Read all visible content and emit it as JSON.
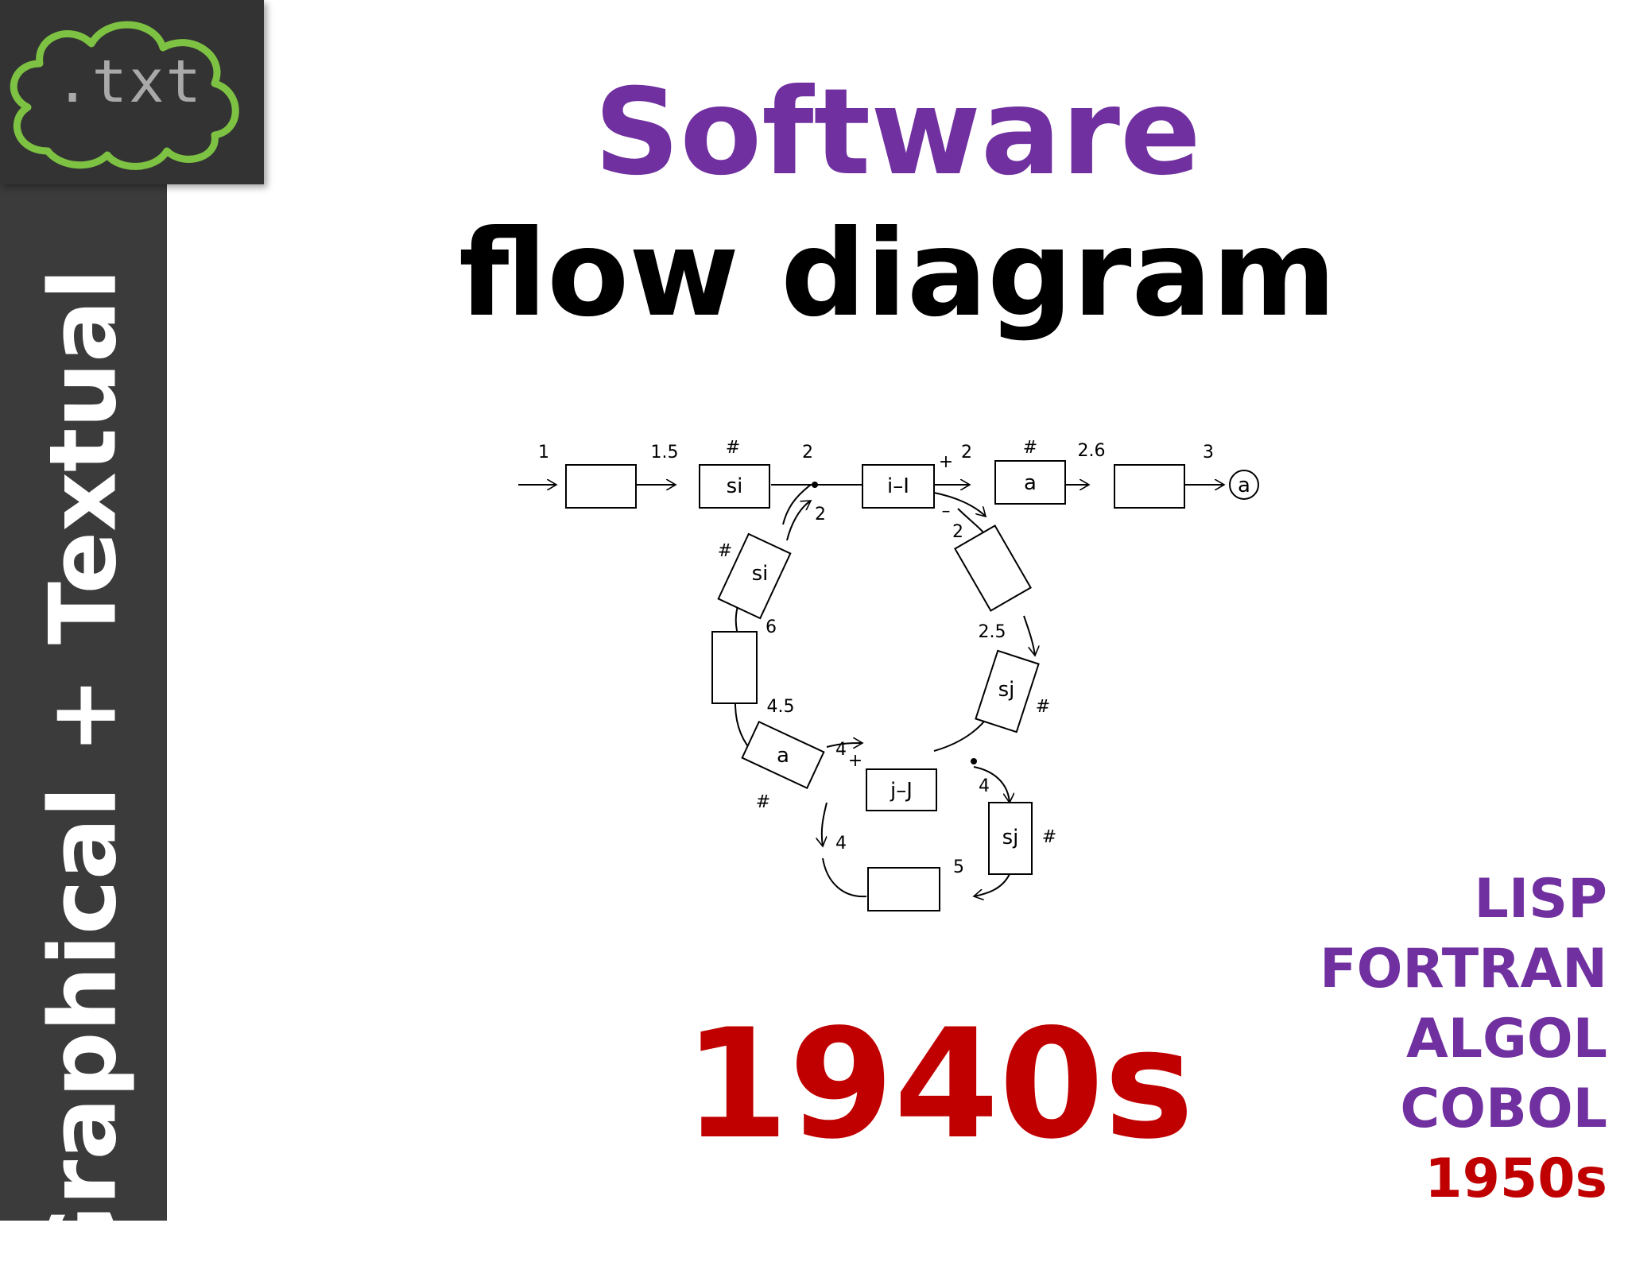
{
  "logo": {
    "text": ".txt",
    "cloud_color": "#7dc242"
  },
  "sidebar": {
    "label": "Graphical + Textual"
  },
  "title": {
    "line1": "Software",
    "line2": "flow diagram"
  },
  "diagram": {
    "boxes": {
      "si": "si",
      "i_I": "i–I",
      "a": "a",
      "sj": "sj",
      "j_J": "j–J"
    },
    "connector": "a",
    "labels": {
      "l1": "1",
      "l1_5": "1.5",
      "l2": "2",
      "l2_6": "2.6",
      "l3": "3",
      "l2_5": "2.5",
      "l6": "6",
      "l4_5": "4.5",
      "l4": "4",
      "l5": "5",
      "hash": "#",
      "plus": "+",
      "minus": "–"
    }
  },
  "decade": "1940s",
  "languages": [
    "LISP",
    "FORTRAN",
    "ALGOL",
    "COBOL"
  ],
  "languages_era": "1950s",
  "colors": {
    "purple": "#7030a0",
    "red": "#c00000",
    "sidebar": "#3b3b3b"
  }
}
